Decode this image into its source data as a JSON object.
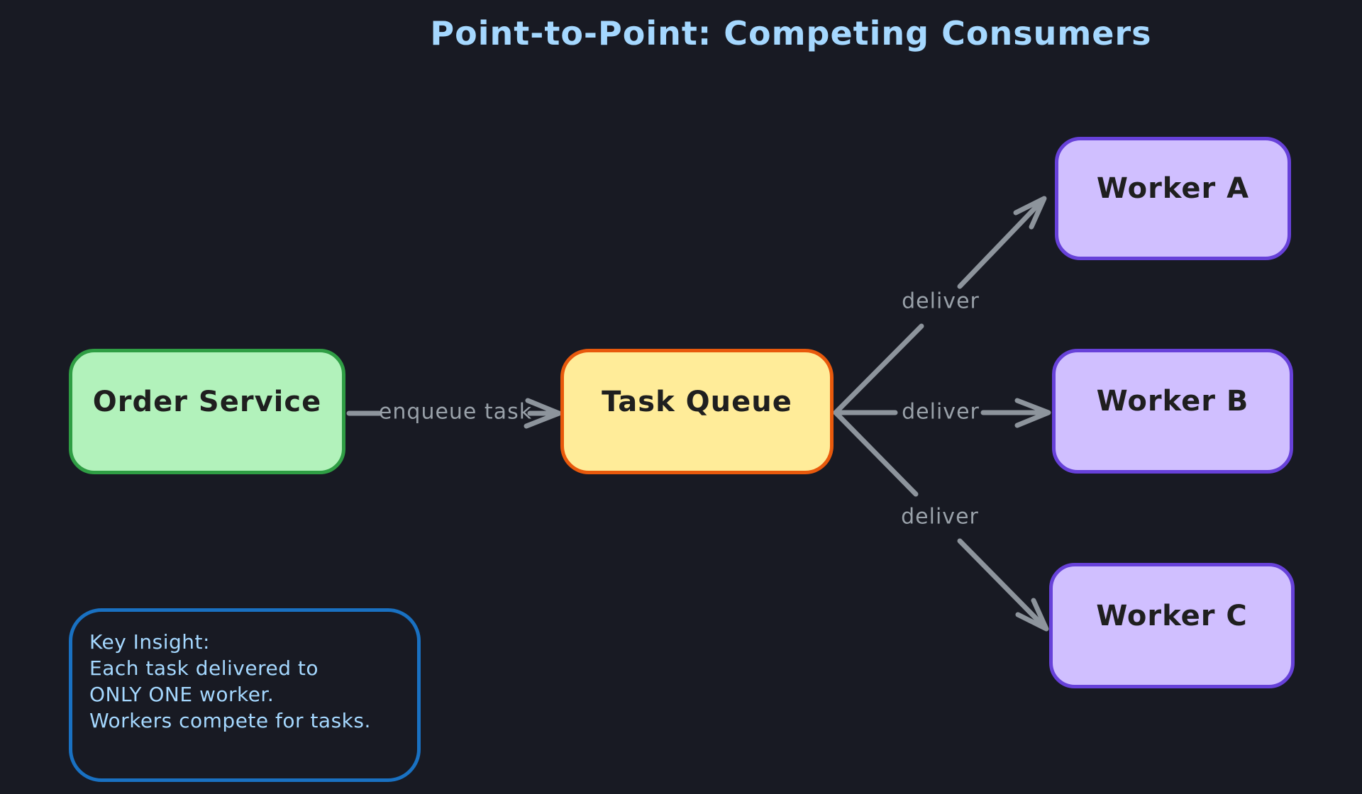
{
  "title": "Point-to-Point: Competing Consumers",
  "nodes": [
    {
      "id": "order-service",
      "label": "Order Service",
      "fill": "#b2f2bb",
      "border": "#2f9e44"
    },
    {
      "id": "task-queue",
      "label": "Task Queue",
      "fill": "#ffec99",
      "border": "#e8590c"
    },
    {
      "id": "worker-a",
      "label": "Worker A",
      "fill": "#d0bfff",
      "border": "#6741d9"
    },
    {
      "id": "worker-b",
      "label": "Worker B",
      "fill": "#d0bfff",
      "border": "#6741d9"
    },
    {
      "id": "worker-c",
      "label": "Worker C",
      "fill": "#d0bfff",
      "border": "#6741d9"
    }
  ],
  "edges": [
    {
      "from": "order-service",
      "to": "task-queue",
      "label": "enqueue task"
    },
    {
      "from": "task-queue",
      "to": "worker-a",
      "label": "deliver"
    },
    {
      "from": "task-queue",
      "to": "worker-b",
      "label": "deliver"
    },
    {
      "from": "task-queue",
      "to": "worker-c",
      "label": "deliver"
    }
  ],
  "note": {
    "lines": [
      "Key Insight:",
      "Each task delivered to",
      "ONLY ONE worker.",
      "Workers compete for tasks."
    ]
  },
  "colors": {
    "background": "#181a23",
    "title": "#a5d8ff",
    "node_text": "#1f1f1f",
    "arrow": "#8d949c",
    "edge_label": "#99a1a9",
    "green_fill": "#b2f2bb",
    "green_border": "#2f9e44",
    "yellow_fill": "#ffec99",
    "yellow_border": "#e8590c",
    "purple_fill": "#d0bfff",
    "purple_border": "#6741d9",
    "note_border": "#1971c2",
    "note_text": "#a5d8ff"
  }
}
